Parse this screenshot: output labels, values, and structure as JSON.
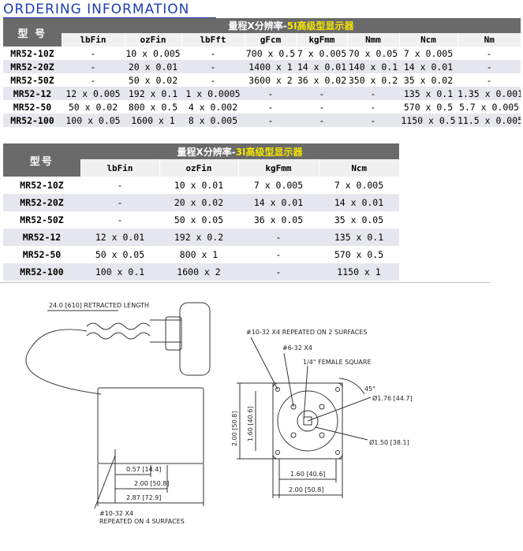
{
  "title": "ORDERING INFORMATION",
  "table1": {
    "type_label": "型 号",
    "range_label": "量程X分辨率-",
    "range_accent": "5I高级型显示器",
    "units": [
      "lbFin",
      "ozFin",
      "lbFft",
      "gFcm",
      "kgFmm",
      "Nmm",
      "Ncm",
      "Nm"
    ],
    "rows": [
      {
        "model": "MR52-10Z",
        "cells": [
          "-",
          "10 x 0.005",
          "-",
          "700 x 0.5",
          "7 x 0.005",
          "70 x 0.05",
          "7 x 0.005",
          "-"
        ]
      },
      {
        "model": "MR52-20Z",
        "cells": [
          "-",
          "20 x 0.01",
          "-",
          "1400 x 1",
          "14 x 0.01",
          "140 x 0.1",
          "14 x 0.01",
          "-"
        ]
      },
      {
        "model": "MR52-50Z",
        "cells": [
          "-",
          "50 x 0.02",
          "-",
          "3600 x 2",
          "36 x 0.02",
          "350 x 0.2",
          "35 x 0.02",
          "-"
        ]
      },
      {
        "model": "MR52-12",
        "cells": [
          "12 x 0.005",
          "192 x 0.1",
          "1 x 0.0005",
          "-",
          "-",
          "-",
          "135 x 0.1",
          "1.35 x 0.001"
        ]
      },
      {
        "model": "MR52-50",
        "cells": [
          "50 x 0.02",
          "800 x 0.5",
          "4 x 0.002",
          "-",
          "-",
          "-",
          "570 x 0.5",
          "5.7 x 0.005"
        ]
      },
      {
        "model": "MR52-100",
        "cells": [
          "100 x 0.05",
          "1600 x 1",
          "8 x 0.005",
          "-",
          "-",
          "-",
          "1150 x 0.5",
          "11.5 x 0.005"
        ]
      }
    ]
  },
  "table2": {
    "type_label": "型号",
    "range_label": "量程X分辨率-",
    "range_accent": "3I高级型显示器",
    "units": [
      "lbFin",
      "ozFin",
      "kgFmm",
      "Ncm"
    ],
    "rows": [
      {
        "model": "MR52-10Z",
        "cells": [
          "-",
          "10 x 0.01",
          "7 x 0.005",
          "7 x 0.005"
        ]
      },
      {
        "model": "MR52-20Z",
        "cells": [
          "-",
          "20 x 0.02",
          "14 x 0.01",
          "14 x 0.01"
        ]
      },
      {
        "model": "MR52-50Z",
        "cells": [
          "-",
          "50 x 0.05",
          "36 x 0.05",
          "35 x 0.05"
        ]
      },
      {
        "model": "MR52-12",
        "cells": [
          "12 x 0.01",
          "192 x 0.2",
          "-",
          "135 x 0.1"
        ]
      },
      {
        "model": "MR52-50",
        "cells": [
          "50 x 0.05",
          "800 x 1",
          "-",
          "570 x 0.5"
        ]
      },
      {
        "model": "MR52-100",
        "cells": [
          "100 x 0.1",
          "1600 x 2",
          "-",
          "1150 x 1"
        ]
      }
    ]
  },
  "drawing": {
    "retracted": "24.0 [610] RETRACTED LENGTH",
    "dim_057": "0.57 [14.4]",
    "dim_200": "2.00 [50.8]",
    "dim_287": "2.87 [72.9]",
    "bottom_note1": "#10-32 X4",
    "bottom_note2": "REPEATED ON 4 SURFACES",
    "top_note": "#10-32 X4 REPEATED ON 2 SURFACES",
    "note_632": "#6-32 X4",
    "note_square": "1/4\" FEMALE SQUARE",
    "angle": "45°",
    "dia_176": "Ø1.76 [44.7]",
    "dia_150": "Ø1.50 [38.1]",
    "v_200": "2.00 [50.8]",
    "v_160": "1.60 [40.6]",
    "h_160": "1.60 [40.6]",
    "h_200": "2.00 [50.8]"
  }
}
